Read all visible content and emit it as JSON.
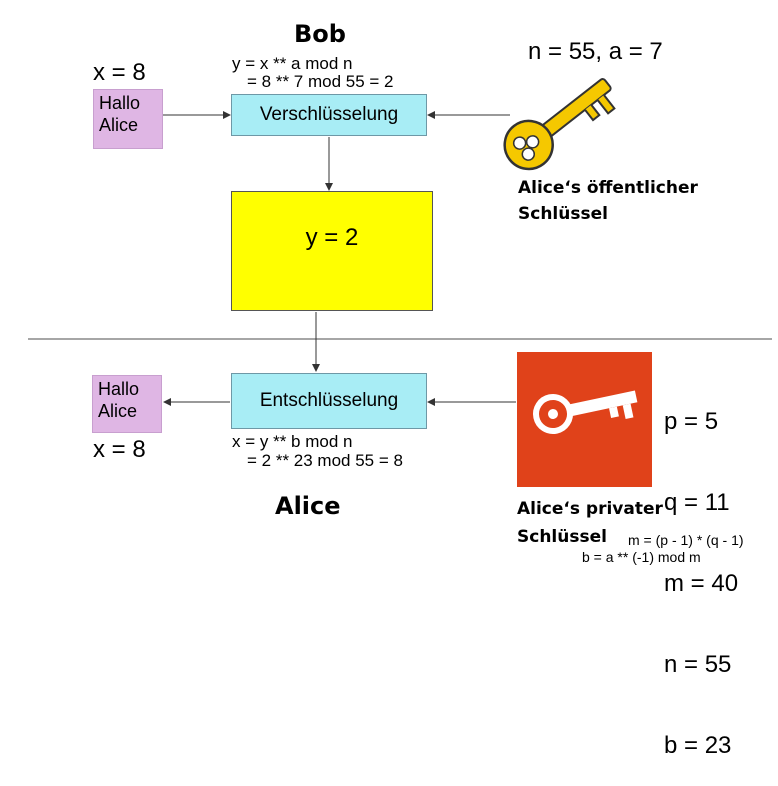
{
  "bob": {
    "title": "Bob",
    "plaintext_value": "x = 8",
    "message": "Hallo\nAlice",
    "formula_line1": "y = x ** a mod n",
    "formula_line2": "= 8 ** 7 mod 55 = 2",
    "process_label": "Verschlüsselung"
  },
  "public_key": {
    "params": "n = 55, a = 7",
    "caption": "Alice‘s öffentlicher\nSchlüssel",
    "color": "#f5c800"
  },
  "ciphertext": {
    "label": "y = 2",
    "color": "#ffff00"
  },
  "alice": {
    "title": "Alice",
    "plaintext_value": "x = 8",
    "message": "Hallo\nAlice",
    "process_label": "Entschlüsselung",
    "formula_line1": "x = y ** b mod n",
    "formula_line2": "= 2 ** 23 mod 55 = 8"
  },
  "private_key": {
    "params": [
      "p = 5",
      "q = 11",
      "m = 40",
      "n = 55",
      "b = 23"
    ],
    "caption": "Alice‘s privater\nSchlüssel",
    "formula_m": "m = (p - 1) * (q - 1)",
    "formula_b": "b = a ** (-1) mod m",
    "color": "#e0421a"
  },
  "colors": {
    "message_box": "#dfb6e4",
    "process_box": "#a8edf5",
    "divider": "#888888"
  }
}
